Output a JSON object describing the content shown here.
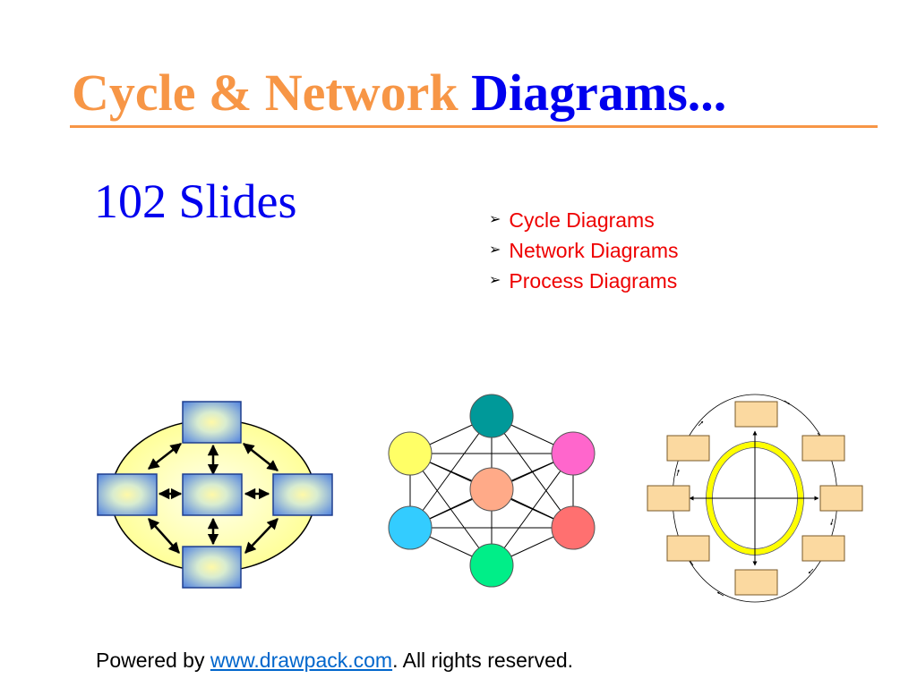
{
  "title": {
    "part1": "Cycle & Network",
    "part2": "Diagrams..."
  },
  "subtitle": "102 Slides",
  "bullets": [
    "Cycle Diagrams",
    "Network Diagrams",
    "Process Diagrams"
  ],
  "bullet_marker": "arrowhead-bullet-icon",
  "footer": {
    "prefix": "Powered by ",
    "link": "www.drawpack.com",
    "suffix": ". All rights reserved."
  },
  "colors": {
    "title_orange": "#f79646",
    "title_blue": "#0000ee",
    "bullet_red": "#ee0000",
    "link": "#0066cc",
    "ellipse_fill": "#ffff99",
    "box_blue": "#4f81e0",
    "box_center": "#fff9a8",
    "ring_yellow": "#ffff00",
    "tan_box": "#fbd9a0"
  },
  "network_nodes": [
    {
      "name": "teal-node",
      "color": "#009999"
    },
    {
      "name": "magenta-node",
      "color": "#ff66cc"
    },
    {
      "name": "red-node",
      "color": "#ff7070"
    },
    {
      "name": "green-node",
      "color": "#00ee88"
    },
    {
      "name": "cyan-node",
      "color": "#33ccff"
    },
    {
      "name": "yellow-node",
      "color": "#ffff66"
    },
    {
      "name": "center-node",
      "color": "#ffaa88"
    }
  ]
}
